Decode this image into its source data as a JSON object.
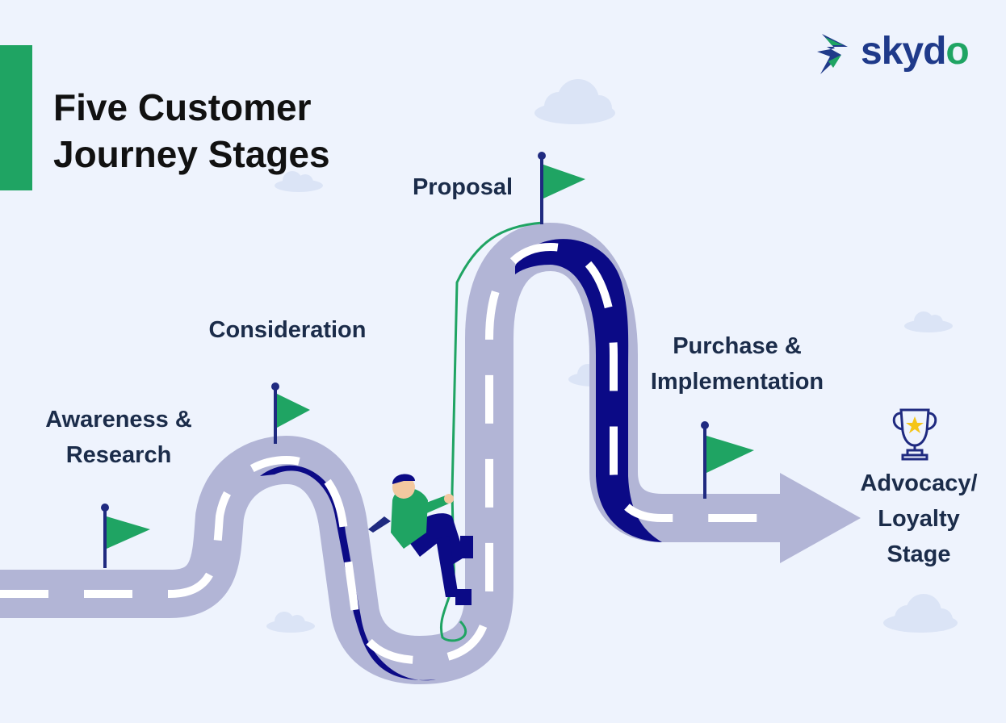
{
  "title": {
    "line1": "Five Customer",
    "line2": "Journey Stages"
  },
  "logo": {
    "text_main": "skyd",
    "text_o": "o",
    "icon": "skydo-double-arrow-icon"
  },
  "stages": [
    {
      "id": "awareness",
      "lines": [
        "Awareness &",
        "Research"
      ],
      "icon": "flag-icon"
    },
    {
      "id": "consideration",
      "lines": [
        "Consideration"
      ],
      "icon": "flag-icon"
    },
    {
      "id": "proposal",
      "lines": [
        "Proposal"
      ],
      "icon": "flag-icon"
    },
    {
      "id": "purchase",
      "lines": [
        "Purchase &",
        "Implementation"
      ],
      "icon": "flag-icon"
    },
    {
      "id": "advocacy",
      "lines": [
        "Advocacy/",
        "Loyalty",
        "Stage"
      ],
      "icon": "trophy-icon"
    }
  ],
  "colors": {
    "background": "#eef3fd",
    "accent_green": "#1fa463",
    "road_light": "#b2b5d6",
    "road_dark": "#0b0a86",
    "text_dark": "#1b2c4a",
    "cloud": "#dbe4f6"
  },
  "illustration": "climber-on-rope-icon"
}
